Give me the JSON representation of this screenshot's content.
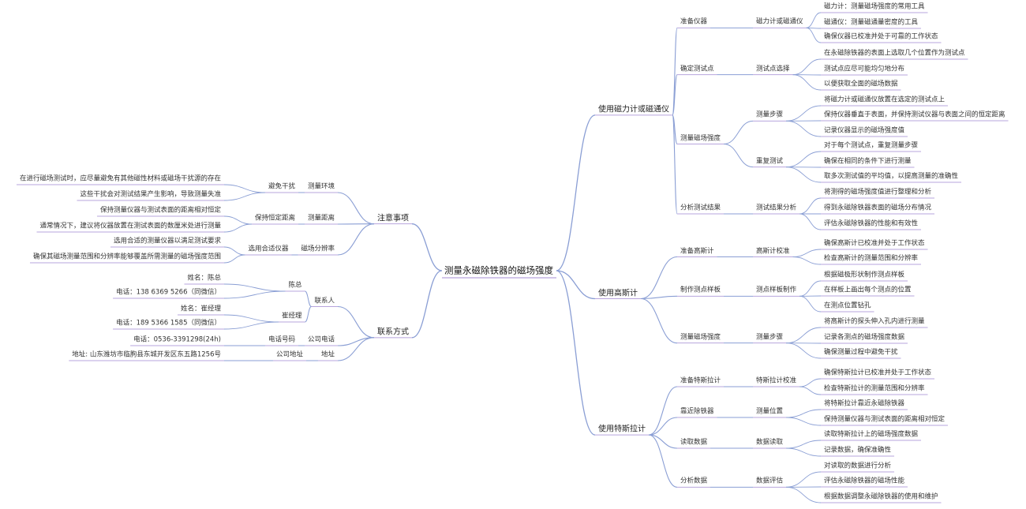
{
  "colors": {
    "line": "#8a9ed4",
    "underline": "#b7a4dd"
  },
  "root": "测量永磁除铁器的磁场强度",
  "right": [
    {
      "label": "使用磁力计或磁通仪",
      "children": [
        {
          "label": "准备仪器",
          "children": [
            {
              "label": "磁力计或磁通仪",
              "children": [
                {
                  "label": "磁力计：测量磁场强度的常用工具"
                },
                {
                  "label": "磁通仪：测量磁通量密度的工具"
                },
                {
                  "label": "确保仪器已校准并处于可靠的工作状态"
                }
              ]
            }
          ]
        },
        {
          "label": "确定测试点",
          "children": [
            {
              "label": "测试点选择",
              "children": [
                {
                  "label": "在永磁除铁器的表面上选取几个位置作为测试点"
                },
                {
                  "label": "测试点应尽可能均匀地分布"
                },
                {
                  "label": "以便获取全面的磁场数据"
                }
              ]
            }
          ]
        },
        {
          "label": "测量磁场强度",
          "children": [
            {
              "label": "测量步骤",
              "children": [
                {
                  "label": "将磁力计或磁通仪放置在选定的测试点上"
                },
                {
                  "label": "保持仪器垂直于表面，并保持测试仪器与表面之间的恒定距离"
                },
                {
                  "label": "记录仪器显示的磁场强度值"
                }
              ]
            },
            {
              "label": "重复测试",
              "children": [
                {
                  "label": "对于每个测试点，重复测量步骤"
                },
                {
                  "label": "确保在相同的条件下进行测量"
                },
                {
                  "label": "取多次测试值的平均值，以提高测量的准确性"
                }
              ]
            }
          ]
        },
        {
          "label": "分析测试结果",
          "children": [
            {
              "label": "测试结果分析",
              "children": [
                {
                  "label": "将测得的磁场强度值进行整理和分析"
                },
                {
                  "label": "得到永磁除铁器表面的磁场分布情况"
                },
                {
                  "label": "评估永磁除铁器的性能和有效性"
                }
              ]
            }
          ]
        }
      ]
    },
    {
      "label": "使用高斯计",
      "children": [
        {
          "label": "准备高斯计",
          "children": [
            {
              "label": "高斯计校准",
              "children": [
                {
                  "label": "确保高斯计已校准并处于工作状态"
                },
                {
                  "label": "检查高斯计的测量范围和分辨率"
                }
              ]
            }
          ]
        },
        {
          "label": "制作测点样板",
          "children": [
            {
              "label": "测点样板制作",
              "children": [
                {
                  "label": "根据磁极形状制作测点样板"
                },
                {
                  "label": "在样板上画出每个测点的位置"
                },
                {
                  "label": "在测点位置钻孔"
                }
              ]
            }
          ]
        },
        {
          "label": "测量磁场强度",
          "children": [
            {
              "label": "测量步骤",
              "children": [
                {
                  "label": "将高斯计的探头伸入孔内进行测量"
                },
                {
                  "label": "记录各测点的磁场强度数据"
                },
                {
                  "label": "确保测量过程中避免干扰"
                }
              ]
            }
          ]
        }
      ]
    },
    {
      "label": "使用特斯拉计",
      "children": [
        {
          "label": "准备特斯拉计",
          "children": [
            {
              "label": "特斯拉计校准",
              "children": [
                {
                  "label": "确保特斯拉计已校准并处于工作状态"
                },
                {
                  "label": "检查特斯拉计的测量范围和分辨率"
                }
              ]
            }
          ]
        },
        {
          "label": "靠近除铁器",
          "children": [
            {
              "label": "测量位置",
              "children": [
                {
                  "label": "将特斯拉计靠近永磁除铁器"
                },
                {
                  "label": "保持测量仪器与测试表面的距离相对恒定"
                }
              ]
            }
          ]
        },
        {
          "label": "读取数据",
          "children": [
            {
              "label": "数据读取",
              "children": [
                {
                  "label": "读取特斯拉计上的磁场强度数据"
                },
                {
                  "label": "记录数据，确保准确性"
                }
              ]
            }
          ]
        },
        {
          "label": "分析数据",
          "children": [
            {
              "label": "数据评估",
              "children": [
                {
                  "label": "对读取的数据进行分析"
                },
                {
                  "label": "评估永磁除铁器的磁场性能"
                },
                {
                  "label": "根据数据调整永磁除铁器的使用和维护"
                }
              ]
            }
          ]
        }
      ]
    }
  ],
  "left": [
    {
      "label": "注意事项",
      "children": [
        {
          "label": "测量环境",
          "children": [
            {
              "label": "避免干扰",
              "children": [
                {
                  "label": "在进行磁场测试时，应尽量避免有其他磁性材料或磁场干扰源的存在"
                },
                {
                  "label": "这些干扰会对测试结果产生影响，导致测量失准"
                }
              ]
            }
          ]
        },
        {
          "label": "测量距离",
          "children": [
            {
              "label": "保持恒定距离",
              "children": [
                {
                  "label": "保持测量仪器与测试表面的距离相对恒定"
                },
                {
                  "label": "通常情况下，建议将仪器放置在测试表面的数厘米处进行测量"
                }
              ]
            }
          ]
        },
        {
          "label": "磁场分辨率",
          "children": [
            {
              "label": "选用合适仪器",
              "children": [
                {
                  "label": "选用合适的测量仪器以满足测试要求"
                },
                {
                  "label": "确保其磁场测量范围和分辨率能够覆盖所需测量的磁场强度范围"
                }
              ]
            }
          ]
        }
      ]
    },
    {
      "label": "联系方式",
      "children": [
        {
          "label": "联系人",
          "children": [
            {
              "label": "陈总",
              "children": [
                {
                  "label": "姓名：陈总"
                },
                {
                  "label": "电话：138 6369 5266（同微信）"
                }
              ]
            },
            {
              "label": "崔经理",
              "children": [
                {
                  "label": "姓名：崔经理"
                },
                {
                  "label": "电话：189 5366 1585（同微信）"
                }
              ]
            }
          ]
        },
        {
          "label": "公司电话",
          "children": [
            {
              "label": "电话号码",
              "children": [
                {
                  "label": "电话：0536-3391298(24h)"
                }
              ]
            }
          ]
        },
        {
          "label": "地址",
          "children": [
            {
              "label": "公司地址",
              "children": [
                {
                  "label": "地址: 山东潍坊市临朐县东城开发区东五路1256号"
                }
              ]
            }
          ]
        }
      ]
    }
  ]
}
